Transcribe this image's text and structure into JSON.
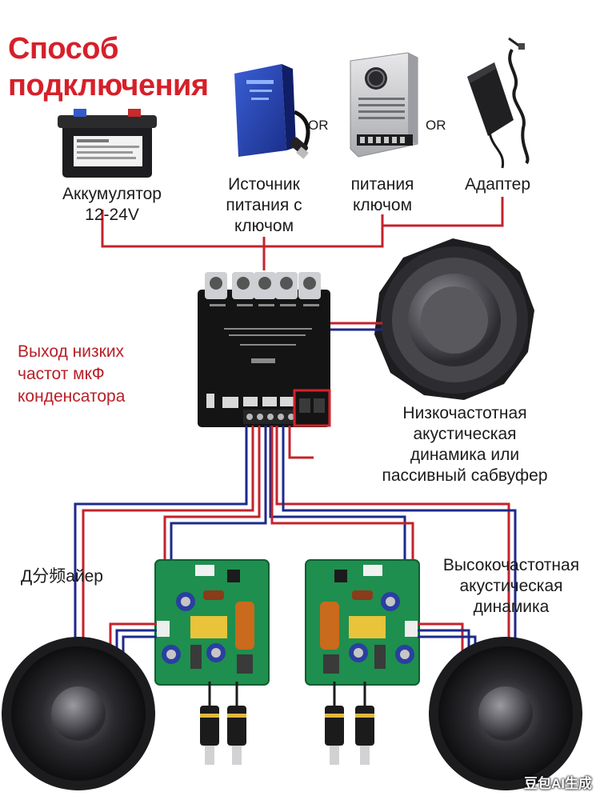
{
  "title": {
    "line1": "Способ",
    "line2": "подключения"
  },
  "sources": {
    "battery": {
      "line1": "Аккумулятор",
      "line2": "12-24V"
    },
    "keyed_supply": {
      "line1": "Источник",
      "line2": "питания с",
      "line3": "ключом"
    },
    "switching_supply": {
      "line1": "питания",
      "line2": "ключом"
    },
    "adapter": {
      "label": "Адаптер"
    }
  },
  "or_labels": [
    "OR",
    "OR"
  ],
  "amp_output": {
    "line1": "Выход низких",
    "line2": "частот мкФ",
    "line3": "конденсатора"
  },
  "subwoofer": {
    "line1": "Низкочастотная",
    "line2": "акустическая",
    "line3": "динамика или",
    "line4": "пассивный сабвуфер"
  },
  "crossover": {
    "label": "Д分频айер"
  },
  "tweeter": {
    "line1": "Высокочастотная",
    "line2": "акустическая",
    "line3": "динамика"
  },
  "watermark": "豆包AI生成",
  "colors": {
    "title": "#d6202a",
    "wire_red": "#c4232b",
    "wire_blue": "#1c2a8c",
    "pcb": "#1e8f4e",
    "amp_board": "#141414"
  }
}
